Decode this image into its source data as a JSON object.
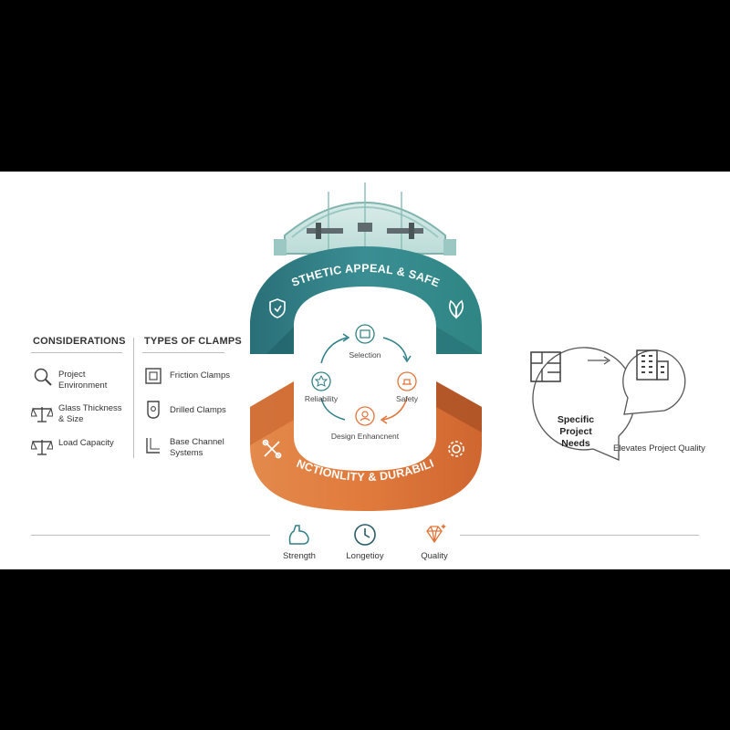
{
  "bands": {
    "top_title": "AESTHETIC APPEAL & SAFETY",
    "bottom_title": "FUNCTIONLITY & DURABILITY"
  },
  "considerations": {
    "heading": "CONSIDERATIONS",
    "items": [
      {
        "label": "Project Environment",
        "icon": "magnifier-icon"
      },
      {
        "label": "Glass Thickness & Size",
        "icon": "scale-icon"
      },
      {
        "label": "Load Capacity",
        "icon": "scale-icon"
      }
    ]
  },
  "clamp_types": {
    "heading": "TYPES OF CLAMPS",
    "items": [
      {
        "label": "Friction Clamps",
        "icon": "square-clamp-icon"
      },
      {
        "label": "Drilled Clamps",
        "icon": "drilled-clamp-icon"
      },
      {
        "label": "Base Channel Systems",
        "icon": "channel-icon"
      }
    ]
  },
  "cycle": {
    "nodes": [
      "Selection",
      "Safety",
      "Design Enhancnent",
      "Reliability"
    ]
  },
  "project": {
    "needs_label": "Specific Project Needs",
    "result_label": "Elevates Project Quality"
  },
  "benefits": [
    {
      "label": "Strength",
      "icon": "flexed-arm-icon"
    },
    {
      "label": "Longetioy",
      "icon": "clock-icon"
    },
    {
      "label": "Quality",
      "icon": "diamond-icon"
    }
  ],
  "colors": {
    "teal": "#2f7f86",
    "teal_dark": "#1f5f66",
    "orange": "#e0733a",
    "orange_dark": "#b8562a",
    "text": "#333333"
  }
}
